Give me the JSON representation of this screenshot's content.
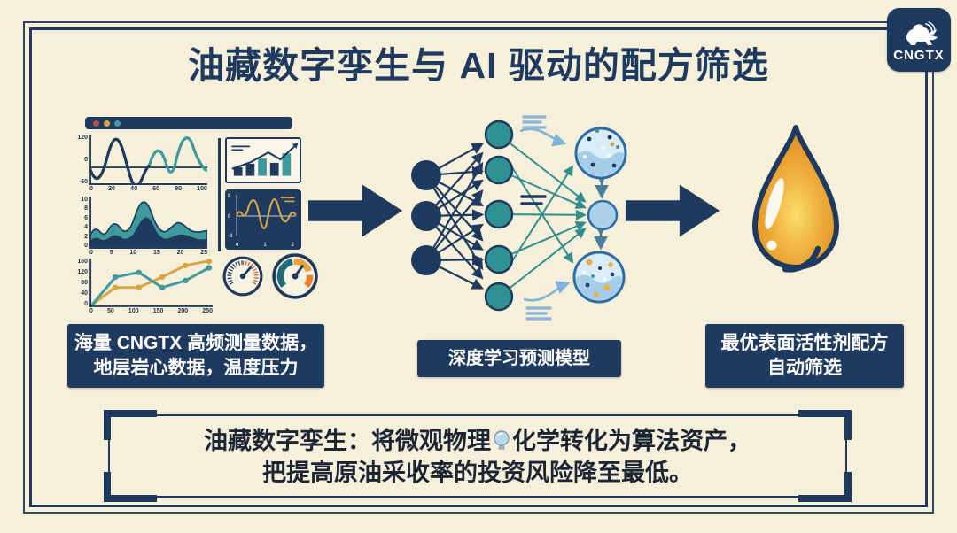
{
  "page": {
    "title": "油藏数字孪生与 AI 驱动的配方筛选",
    "background_color": "#f6efda",
    "frame_color": "#1f3a5f"
  },
  "logo": {
    "text": "CNGTX",
    "icon": "lion-icon",
    "bg_color": "#1f3a5f",
    "fg_color": "#ffffff"
  },
  "flow": {
    "arrow_color": "#1f3a5f",
    "steps": [
      {
        "id": "input-data",
        "graphic": "data-dashboard",
        "label_lines": [
          "海量 CNGTX 高频测量数据，",
          "地层岩心数据，温度压力"
        ]
      },
      {
        "id": "model",
        "graphic": "neural-network",
        "label_lines": [
          "深度学习预测模型"
        ]
      },
      {
        "id": "result",
        "graphic": "oil-droplet",
        "label_lines": [
          "最优表面活性剂配方",
          "自动筛选"
        ]
      }
    ]
  },
  "banner": {
    "line1_prefix": "油藏数字孪生：将微观物理",
    "line1_icon": "bulb-icon",
    "line1_suffix": "化学转化为算法资产，",
    "line2": "把提高原油采收率的投资风险降至最低。"
  },
  "window": {
    "dots": [
      "red",
      "gold",
      "teal"
    ]
  },
  "colors": {
    "navy": "#1f3a5f",
    "teal": "#3f9a9b",
    "gold": "#d9a441",
    "cream": "#f6efda",
    "light_blue": "#a9cfe9",
    "red": "#c0504d"
  },
  "chart_data": [
    {
      "id": "oscillation",
      "type": "line",
      "position": "dashboard-top-left",
      "yticks": [
        "120",
        "0",
        "-60"
      ],
      "xticks": [
        "0",
        "20",
        "40",
        "60",
        "80",
        "100"
      ],
      "ylim": [
        -60,
        120
      ],
      "x": [
        0,
        10,
        20,
        30,
        40,
        50,
        60,
        70,
        80,
        90,
        100
      ],
      "values": [
        10,
        -40,
        20,
        100,
        -20,
        -55,
        40,
        10,
        115,
        40,
        -30
      ],
      "segment_colors": {
        "x_0_to_50": "#1f3a5f",
        "x_50_to_100": "#3f9a9b"
      },
      "grid": false
    },
    {
      "id": "bar-trend",
      "type": "bar",
      "position": "dashboard-top-right",
      "values": [
        2,
        2.8,
        4,
        3,
        5.2
      ],
      "bar_colors": [
        "#1f3a5f",
        "#1f3a5f",
        "#3f9a9b",
        "#1f3a5f",
        "#3f9a9b"
      ],
      "trend_line": {
        "color": "#1f3a5f",
        "direction": "up",
        "arrow": true
      }
    },
    {
      "id": "stacked-area",
      "type": "area",
      "position": "dashboard-middle-left",
      "yticks": [
        "10",
        "8",
        "6",
        "4",
        "2",
        "0"
      ],
      "xticks": [
        "0",
        "5",
        "10",
        "15",
        "20",
        "25"
      ],
      "x": [
        0,
        2.5,
        5,
        7.5,
        10,
        12.5,
        15,
        17.5,
        20,
        22.5,
        25
      ],
      "series": [
        {
          "name": "upper",
          "color": "#3f9a9b",
          "values": [
            3,
            4.5,
            3.2,
            6.3,
            3.8,
            5.5,
            9.6,
            4.2,
            3.6,
            6.6,
            6.2
          ]
        },
        {
          "name": "lower",
          "color": "#1f3a5f",
          "values": [
            2,
            2.6,
            2.1,
            3.9,
            2.4,
            3.2,
            5.8,
            2.6,
            2.2,
            3.9,
            4.1
          ]
        }
      ]
    },
    {
      "id": "signal",
      "type": "line",
      "position": "dashboard-middle-right",
      "panel_bg": "#1f3a5f",
      "line_color": "#d9a441",
      "yticks": [
        "8",
        "0",
        "-8"
      ],
      "xticks": [
        "0",
        "1",
        "2"
      ],
      "values": [
        0,
        2,
        -3,
        5,
        -7,
        8,
        -6,
        7,
        -4,
        3,
        -1
      ],
      "x_range": [
        0,
        2
      ]
    },
    {
      "id": "recovery-lines",
      "type": "line",
      "position": "dashboard-bottom-left",
      "yticks": [
        "160",
        "120",
        "80",
        "40",
        "0"
      ],
      "xticks": [
        "0",
        "50",
        "100",
        "150",
        "200",
        "250"
      ],
      "x": [
        0,
        50,
        100,
        150,
        200,
        250
      ],
      "series": [
        {
          "name": "teal",
          "color": "#3f9a9b",
          "marker": "circle",
          "values": [
            0,
            100,
            115,
            65,
            90,
            135
          ]
        },
        {
          "name": "gold",
          "color": "#d9a441",
          "marker": "circle",
          "values": [
            0,
            65,
            65,
            100,
            140,
            160
          ]
        }
      ]
    },
    {
      "id": "gauges",
      "type": "gauge",
      "position": "dashboard-bottom-right",
      "items": [
        {
          "name": "tick-gauge",
          "ring": "#1f3a5f",
          "tick_colors": [
            "#1f3a5f",
            "#cd5f3a"
          ],
          "needle": "#1f3a5f"
        },
        {
          "name": "segment-gauge",
          "ring": "#1f3a5f",
          "segments": [
            "#1f6b7c",
            "#e8a33d",
            "#e87f2f"
          ],
          "needle": "#1f3a5f"
        }
      ]
    }
  ]
}
